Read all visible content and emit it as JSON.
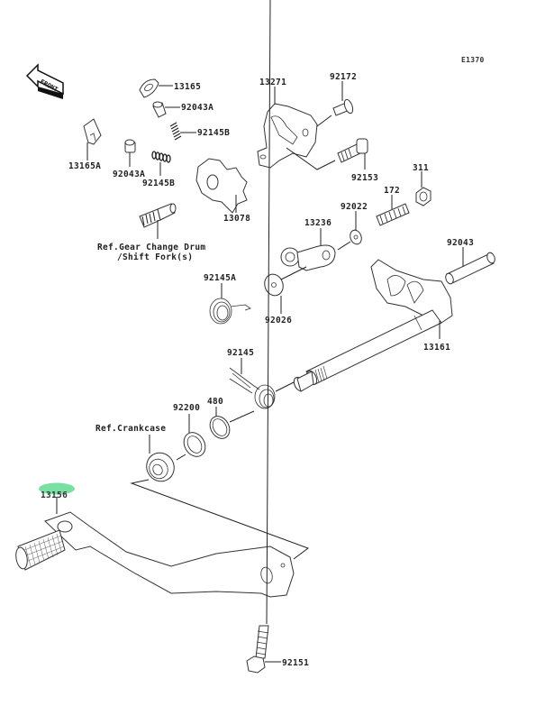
{
  "diagram": {
    "code": "E1370",
    "front_label": "FRONT",
    "highlight_color": "#6ddd9a",
    "labels": {
      "p13165": "13165",
      "p92043A_1": "92043A",
      "p92145B_1": "92145B",
      "p13165A": "13165A",
      "p92043A_2": "92043A",
      "p92145B_2": "92145B",
      "p13078": "13078",
      "p13271": "13271",
      "p92172": "92172",
      "p92153": "92153",
      "p311": "311",
      "p172": "172",
      "p92022": "92022",
      "p13236": "13236",
      "p92043": "92043",
      "p92145A": "92145A",
      "p92026": "92026",
      "p13161": "13161",
      "p92145": "92145",
      "p480": "480",
      "p92200": "92200",
      "p13156": "13156",
      "p92151": "92151"
    },
    "references": {
      "gear_change_drum_line1": "Ref.Gear Change Drum",
      "gear_change_drum_line2": "/Shift Fork(s)",
      "crankcase": "Ref.Crankcase"
    },
    "highlighted_part": "13156"
  }
}
